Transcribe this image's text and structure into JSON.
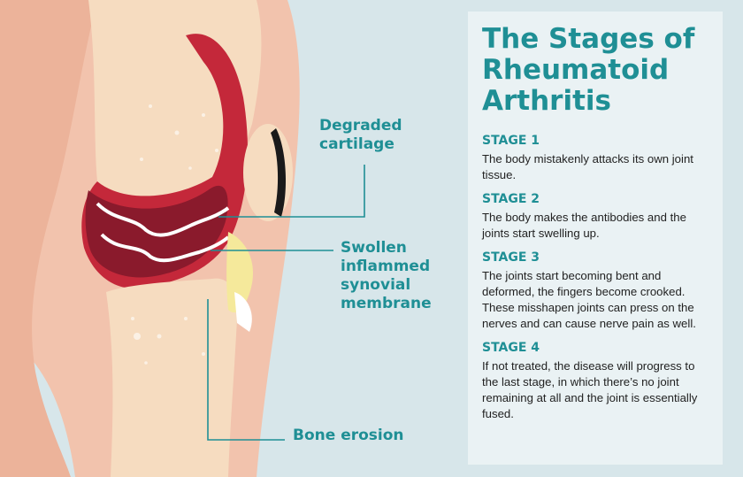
{
  "title": "The Stages of Rheumatoid Arthritis",
  "labels": {
    "cartilage": "Degraded\ncartilage",
    "synovial": "Swollen\ninflammed\nsynovial\nmembrane",
    "bone": "Bone erosion"
  },
  "stages": [
    {
      "label": "STAGE 1",
      "text": "The body mistakenly attacks its own joint tissue."
    },
    {
      "label": "STAGE 2",
      "text": "The body makes the antibodies and the joints start swelling up."
    },
    {
      "label": "STAGE 3",
      "text": "The joints start becoming bent and deformed, the fingers become crooked. These misshapen joints can press on the nerves and can cause nerve pain as well."
    },
    {
      "label": "STAGE 4",
      "text": "If not treated, the disease will progress to the last stage, in which there’s no joint remaining at all and the joint is essentially fused."
    }
  ],
  "colors": {
    "background": "#d7e6ea",
    "accent": "#1f8f95",
    "skin": "#f0b9a0",
    "bone": "#f6dcc0",
    "membrane": "#8a1a2c"
  }
}
